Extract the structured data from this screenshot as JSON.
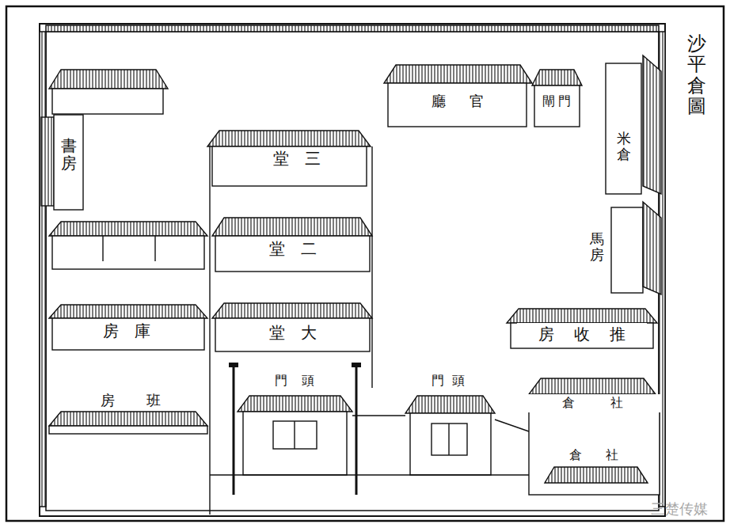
{
  "diagram": {
    "title": "沙平倉圖",
    "nodes": [
      {
        "text": [
          "書房"
        ]
      },
      {
        "text": [
          "堂三"
        ]
      },
      {
        "text": [
          "堂二"
        ]
      },
      {
        "text": [
          "堂大"
        ]
      },
      {
        "text": [
          "房庫"
        ]
      },
      {
        "text": [
          "房班"
        ]
      },
      {
        "text": [
          "廳官"
        ]
      },
      {
        "text": [
          "閘門"
        ]
      },
      {
        "text": [
          "米倉"
        ]
      },
      {
        "text": [
          "馬房"
        ]
      },
      {
        "text": [
          "房收推"
        ]
      },
      {
        "text": [
          "門頭"
        ]
      },
      {
        "text": [
          "門頭"
        ]
      },
      {
        "text": [
          "倉社"
        ]
      },
      {
        "text": [
          "倉社"
        ]
      }
    ],
    "edges": [],
    "labels": [
      "三楚传媒"
    ]
  }
}
